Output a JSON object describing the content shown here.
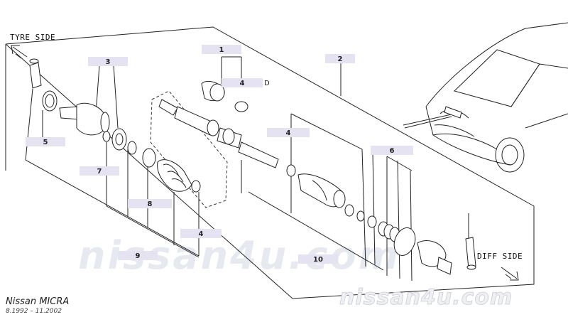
{
  "sides": {
    "tyre": "TYRE SIDE",
    "diff": "DIFF SIDE"
  },
  "parts": {
    "p1": "1",
    "p2": "2",
    "p3": "3",
    "p4a": "4",
    "p4b": "4",
    "p4c": "4",
    "p5": "5",
    "p6": "6",
    "p7": "7",
    "p8": "8",
    "p9": "9",
    "p10": "10"
  },
  "detail_letter": "D",
  "model": {
    "name": "Nissan MICRA",
    "years": "8.1992 – 11.2002"
  },
  "watermark": {
    "center": "nissan4u.com",
    "corner": "nissan4u.com"
  },
  "colors": {
    "label_box": "#e5e3f2",
    "line": "#222222",
    "watermark": "#e4e8ef"
  }
}
